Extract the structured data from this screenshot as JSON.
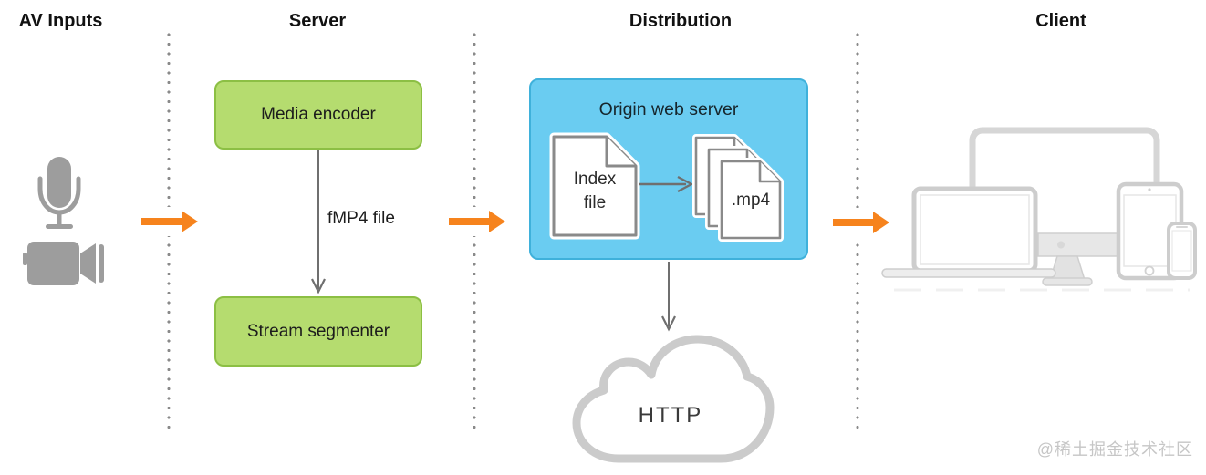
{
  "headers": {
    "av_inputs": "AV Inputs",
    "server": "Server",
    "distribution": "Distribution",
    "client": "Client"
  },
  "server": {
    "encoder_label": "Media encoder",
    "segmenter_label": "Stream segmenter",
    "arrow_label": "fMP4 file"
  },
  "distribution": {
    "origin_title": "Origin web server",
    "index_line1": "Index",
    "index_line2": "file",
    "mp4_label": ".mp4",
    "cloud_label": "HTTP"
  },
  "watermark": {
    "text": "@稀土掘金技术社区"
  },
  "icons": {
    "microphone-icon": "gray capsule mic with stand",
    "video-camera-icon": "gray camcorder with lens",
    "document-icon": "white page with folded corner",
    "document-stack-icon": "three stacked pages with folded corners",
    "cloud-icon": "gray outlined cloud",
    "tv-icon": "large display outline",
    "laptop-icon": "notebook computer outline",
    "desktop-icon": "iMac-style monitor stand",
    "tablet-icon": "tablet outline with home button",
    "phone-icon": "smartphone outline"
  },
  "colors": {
    "accent_orange": "#f6831d",
    "green_fill": "#b5dc6f",
    "green_border": "#8cbf44",
    "blue_fill": "#6accf1",
    "blue_border": "#3fb1db",
    "icon_gray": "#9d9d9d",
    "device_gray": "#d6d6d6",
    "cloud_gray": "#cbcbcb",
    "connector_gray": "#6f6f6f",
    "dot_gray": "#8a8a8a"
  }
}
